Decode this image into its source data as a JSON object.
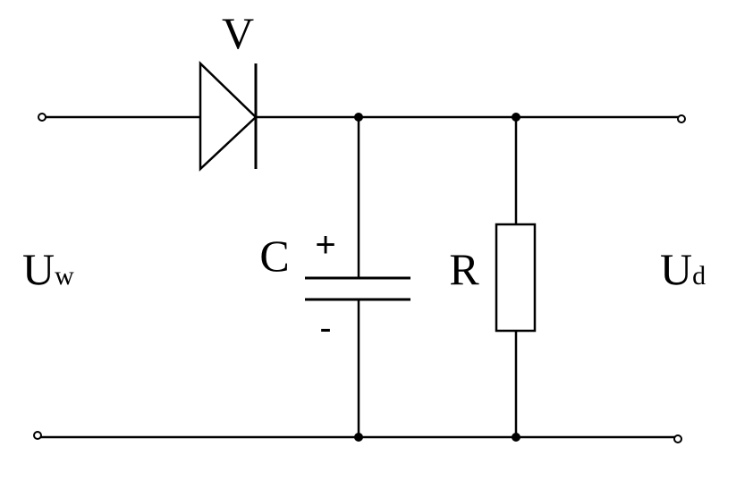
{
  "labels": {
    "diode": "V",
    "capacitor": "C",
    "capacitor_plus": "+",
    "capacitor_minus": "-",
    "resistor": "R",
    "input_main": "U",
    "input_sub": "w",
    "output_main": "U",
    "output_sub": "d"
  }
}
